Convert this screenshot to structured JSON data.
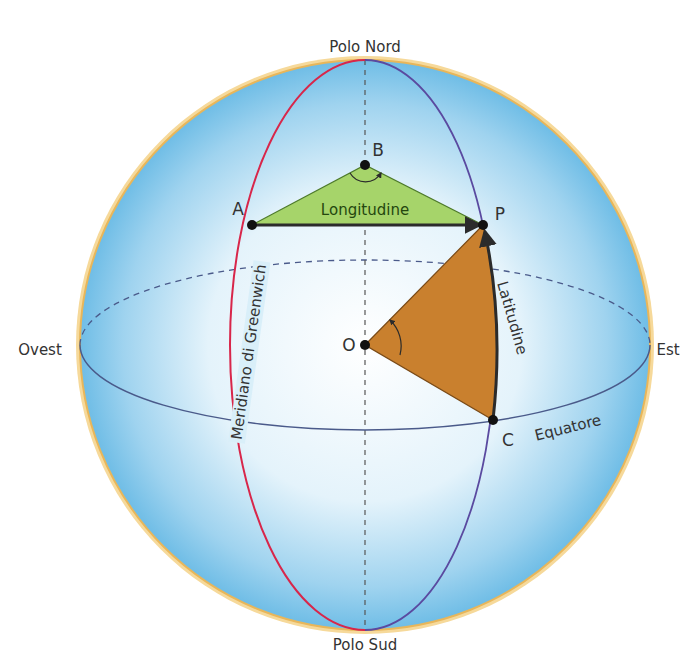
{
  "diagram": {
    "labels": [
      "Polo Nord",
      "B",
      "A",
      "Longitudine",
      "P",
      "Latitudine",
      "Meridiano di Greenwich",
      "Ovest",
      "O",
      "Est",
      "Equatore",
      "C",
      "Polo Sud"
    ]
  }
}
